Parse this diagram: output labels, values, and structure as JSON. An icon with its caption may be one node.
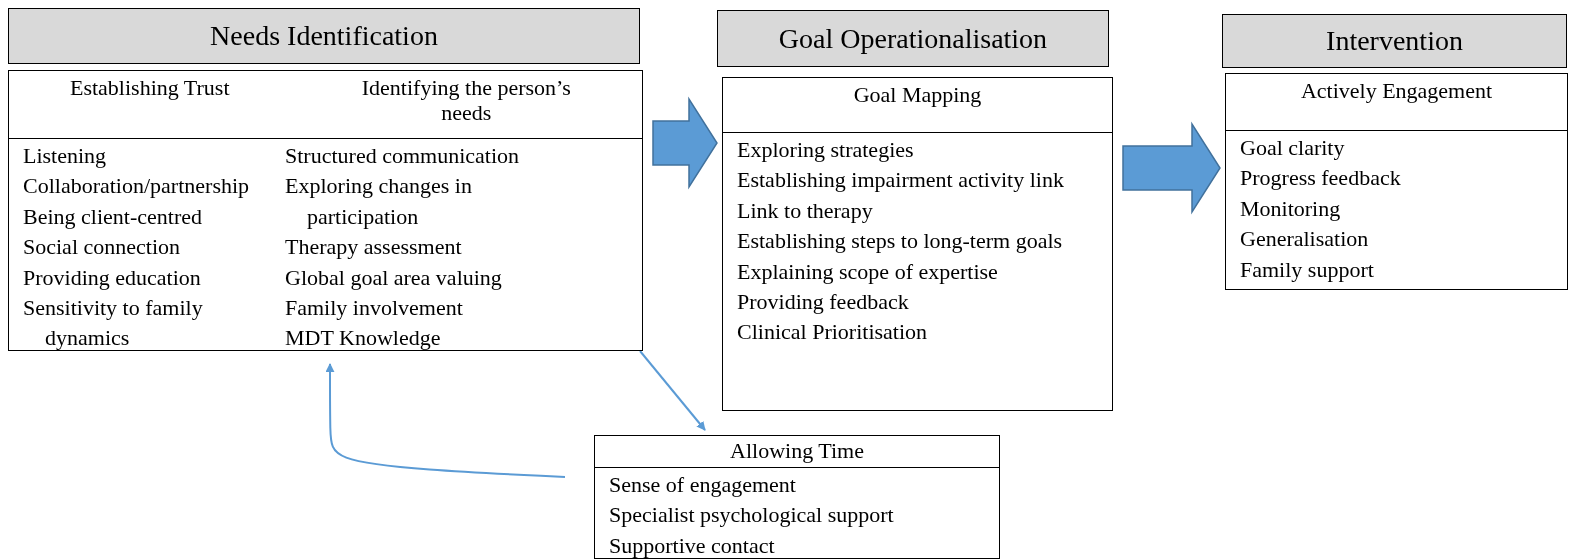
{
  "diagram": {
    "nodes": [
      {
        "text": [
          "Needs Identification"
        ]
      },
      {
        "text": [
          "Establishing Trust",
          "Identifying the person’s needs",
          "Listening",
          "Collaboration/partnership",
          "Being client-centred",
          "Social connection",
          "Providing education",
          "Sensitivity to family dynamics",
          "Structured communication",
          "Exploring changes in participation",
          "Therapy assessment",
          "Global goal area valuing",
          "Family involvement",
          "MDT Knowledge"
        ]
      },
      {
        "text": [
          "Goal Operationalisation"
        ]
      },
      {
        "text": [
          "Goal Mapping",
          "Exploring strategies",
          "Establishing impairment activity link",
          "Link to therapy",
          "Establishing steps to long-term goals",
          "Explaining scope of expertise",
          "Providing feedback",
          "Clinical Prioritisation"
        ]
      },
      {
        "text": [
          "Intervention"
        ]
      },
      {
        "text": [
          "Actively Engagement",
          "Goal clarity",
          "Progress feedback",
          "Monitoring",
          "Generalisation",
          "Family support"
        ]
      },
      {
        "text": [
          "Allowing Time",
          "Sense of engagement",
          "Specialist psychological support",
          "Supportive contact"
        ]
      }
    ],
    "edges": [
      {
        "from": 1,
        "to": 3,
        "arrow": "to",
        "style": "thick"
      },
      {
        "from": 3,
        "to": 5,
        "arrow": "to",
        "style": "thick"
      },
      {
        "from": 1,
        "to": 6,
        "arrow": "to"
      },
      {
        "from": 6,
        "to": 1,
        "arrow": "to"
      }
    ]
  }
}
